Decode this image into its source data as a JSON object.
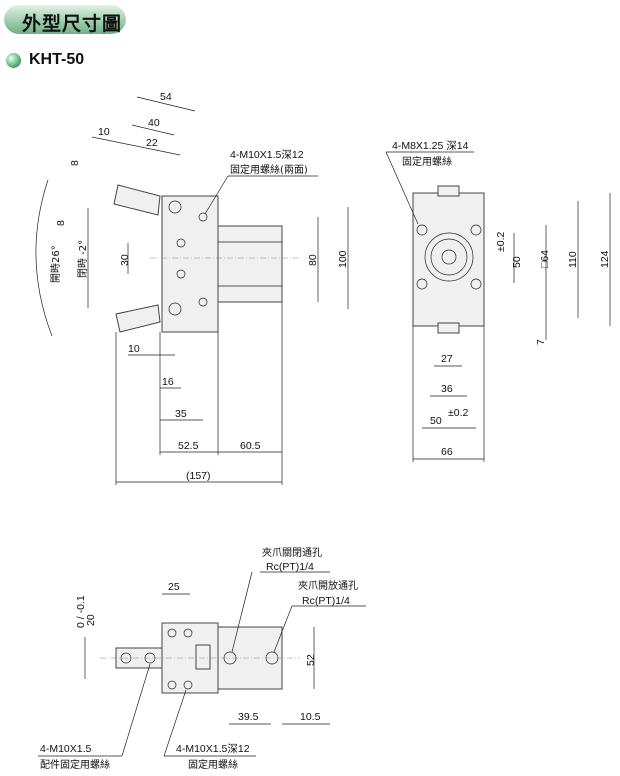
{
  "header": {
    "title": "外型尺寸圖",
    "model": "KHT-50"
  },
  "side_view": {
    "dims": {
      "d54": "54",
      "d40": "40",
      "d10": "10",
      "d22": "22",
      "d8a": "8",
      "d8b": "8",
      "d30": "30",
      "d80": "80",
      "d100": "100",
      "b10": "10",
      "b16": "16",
      "b35": "35",
      "b52_5": "52.5",
      "b60_5": "60.5",
      "total": "(157)"
    },
    "angle_open": "開時26°",
    "angle_close": "閉時 -2°",
    "callout_line1": "4-M10X1.5深12",
    "callout_line2": "固定用螺絲(兩面)"
  },
  "end_view": {
    "callout_line1": "4-M8X1.25 深14",
    "callout_line2": "固定用螺絲",
    "dims": {
      "d50": "50",
      "tol50": "±0.2",
      "sq64": "□64",
      "d110": "110",
      "d124": "124",
      "d7": "7",
      "d27": "27",
      "d36": "36",
      "h50": "50",
      "htol": "±0.2",
      "d66": "66"
    }
  },
  "top_view": {
    "port_close_line1": "夾爪關閉通孔",
    "port_close_line2": "Rc(PT)1/4",
    "port_open_line1": "夾爪開放通孔",
    "port_open_line2": "Rc(PT)1/4",
    "dims": {
      "d25": "25",
      "d20": "20",
      "tol20": "0 / -0.1",
      "d52": "52",
      "d39_5": "39.5",
      "d10_5": "10.5"
    },
    "callout_left_line1": "4-M10X1.5",
    "callout_left_line2": "配件固定用螺絲",
    "callout_right_line1": "4-M10X1.5深12",
    "callout_right_line2": "固定用螺絲"
  }
}
